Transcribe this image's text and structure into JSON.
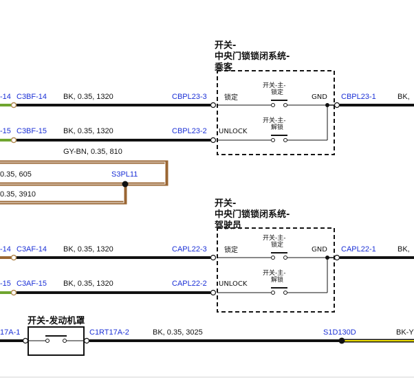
{
  "passenger_switch": {
    "title_lines": [
      "开关-",
      "中央门锁锁闭系统-",
      "乘客"
    ],
    "lock_label": "锁定",
    "unlock_label": "UNLOCK",
    "gnd_label": "GND",
    "contact_lock_lines": [
      "开关-主-",
      "锁定"
    ],
    "contact_unlock_lines": [
      "开关-主-",
      "解锁"
    ],
    "left_code_1": "CBPL23-3",
    "left_code_2": "CBPL23-2",
    "right_code": "CBPL23-1"
  },
  "driver_switch": {
    "title_lines": [
      "开关-",
      "中央门锁锁闭系统-",
      "驾驶员"
    ],
    "lock_label": "锁定",
    "unlock_label": "UNLOCK",
    "gnd_label": "GND",
    "contact_lock_lines": [
      "开关-主-",
      "锁定"
    ],
    "contact_unlock_lines": [
      "开关-主-",
      "解锁"
    ],
    "left_code_1": "CAPL22-3",
    "left_code_2": "CAPL22-2",
    "right_code": "CAPL22-1"
  },
  "wires": {
    "w1_left": "-14",
    "w1_conn": "C3BF-14",
    "w1_spec": "BK, 0.35, 1320",
    "w1_right": "BK,",
    "w2_left": "-15",
    "w2_conn": "C3BF-15",
    "w2_spec": "BK, 0.35, 1320",
    "w3_spec": "GY-BN, 0.35, 810",
    "w4_spec": "0.35, 605",
    "w4_splice": "S3PL11",
    "w5_spec": "0.35, 3910",
    "w6_left": "-14",
    "w6_conn": "C3AF-14",
    "w6_spec": "BK, 0.35, 1320",
    "w6_right": "BK,",
    "w7_left": "-15",
    "w7_conn": "C3AF-15",
    "w7_spec": "BK, 0.35, 1320"
  },
  "hood_switch": {
    "title": "开关-发动机罩",
    "left_code": "17A-1",
    "right_code": "C1RT17A-2",
    "wire_spec": "BK, 0.35, 3025",
    "splice": "S1D130D",
    "right_spec": "BK-Y"
  },
  "colors": {
    "wire_black": "#111111",
    "wire_brown": "#9a6633",
    "wire_green": "#6fa52f",
    "wire_yellow": "#f2e200",
    "code_blue": "#1a2fd6"
  }
}
